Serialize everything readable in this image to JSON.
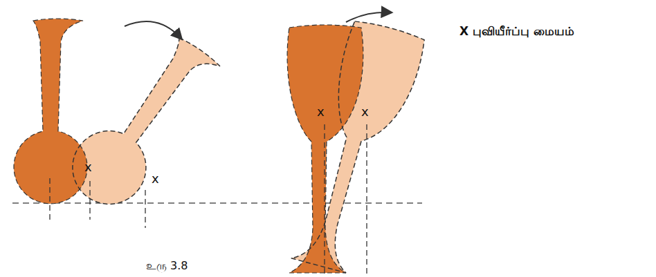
{
  "diagram": {
    "caption": "உரு 3.8",
    "labels": [
      "x",
      "x",
      "x",
      "x",
      "X புவியீர்ப்பு மையம்"
    ]
  }
}
